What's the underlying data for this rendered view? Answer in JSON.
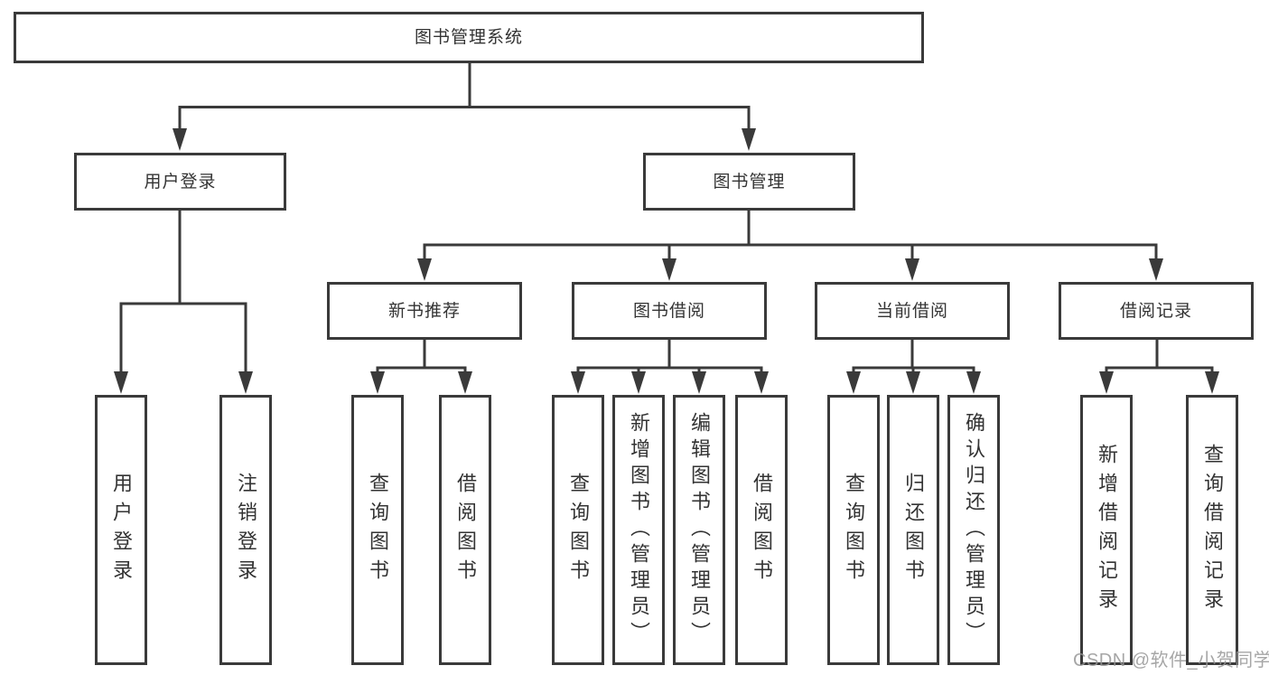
{
  "tree": {
    "root": "图书管理系统",
    "user_login": "用户登录",
    "book_mgmt": "图书管理",
    "user_login_children": [
      "用户登录",
      "注销登录"
    ],
    "book_mgmt_children": [
      "新书推荐",
      "图书借阅",
      "当前借阅",
      "借阅记录"
    ],
    "new_book_children": [
      "查询图书",
      "借阅图书"
    ],
    "book_borrow_children": [
      "查询图书",
      "新增图书（管理员）",
      "编辑图书（管理员）",
      "借阅图书"
    ],
    "current_borrow_children": [
      "查询图书",
      "归还图书",
      "确认归还（管理员）"
    ],
    "borrow_records_children": [
      "新增借阅记录",
      "查询借阅记录"
    ]
  },
  "watermark": "CSDN @软件_小贺同学",
  "colors": {
    "line": "#3a3a3a",
    "box_background": "#ffffff",
    "text": "#333333",
    "watermark": "#969696"
  }
}
